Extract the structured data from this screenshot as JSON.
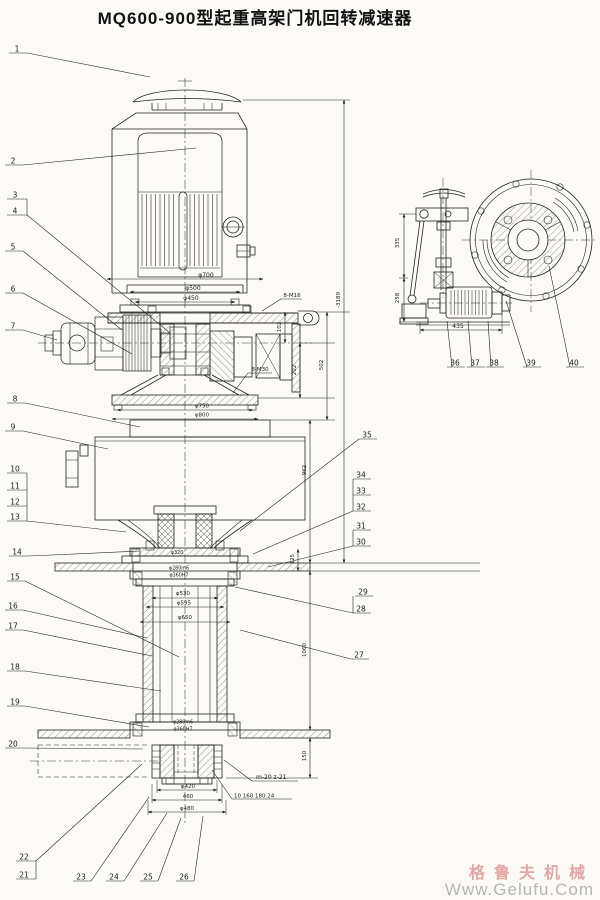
{
  "title": "MQ600-900型起重高架门机回转减速器",
  "watermark": {
    "brand": "格鲁夫机械",
    "url_text": "Www.Gelufu.Com"
  },
  "callouts": [
    "1",
    "2",
    "3",
    "4",
    "5",
    "6",
    "7",
    "8",
    "9",
    "10",
    "11",
    "12",
    "13",
    "14",
    "15",
    "16",
    "17",
    "18",
    "19",
    "20",
    "21",
    "22",
    "23",
    "24",
    "25",
    "26",
    "27",
    "28",
    "29",
    "30",
    "31",
    "32",
    "33",
    "34",
    "35",
    "36",
    "37",
    "38",
    "39",
    "40"
  ],
  "dimensions": {
    "d700": "φ700",
    "d500": "φ500",
    "d450": "φ450",
    "m16": "8-M16",
    "m30": "8-M30",
    "d102": "102",
    "d202": "202",
    "d502": "502",
    "d3189": "-3189",
    "d750": "φ750",
    "d800": "φ800",
    "d962": "962",
    "d125": "125",
    "d1060": "1060",
    "d150": "150",
    "d320": "φ320",
    "d280a": "φ280m6",
    "d360a": "φ360H7",
    "d530": "φ530",
    "d595": "φ595",
    "d650": "φ650",
    "d280b": "φ280m6",
    "d360b": "φ360H7",
    "d420": "φ420",
    "d460": "460",
    "d480": "φ480",
    "mz": "m-20 z-21",
    "spline": "10 160 180 24",
    "s335": "335",
    "s258": "258",
    "s435": "435"
  }
}
